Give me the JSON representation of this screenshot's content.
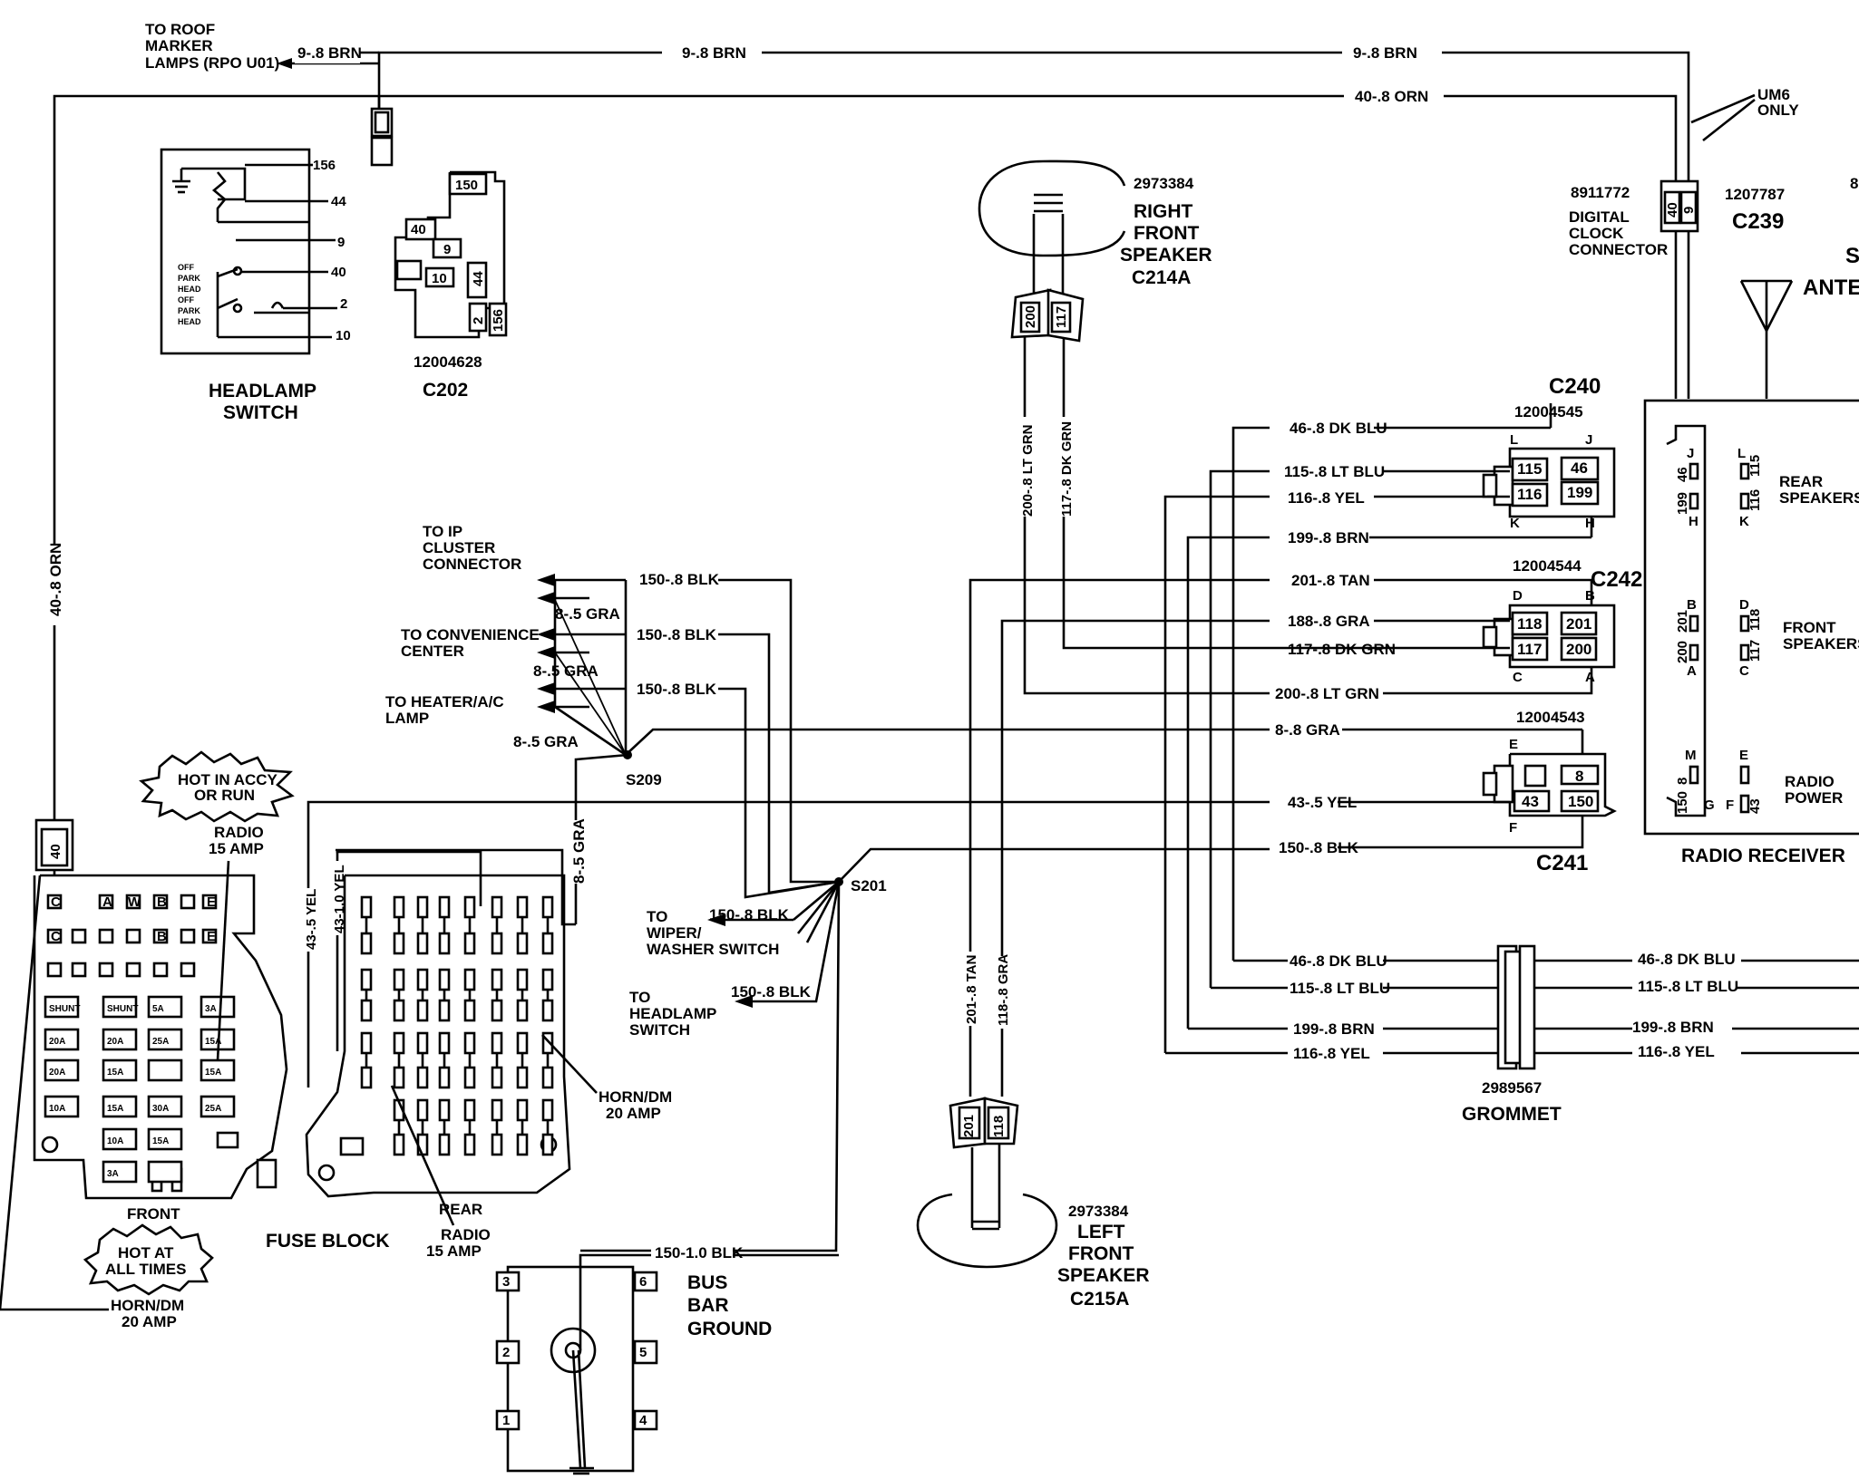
{
  "title": "",
  "labels": {
    "roof_marker": [
      "TO ROOF",
      "MARKER",
      "LAMPS (RPO U01)"
    ],
    "brn_9_left": "9-.8 BRN",
    "brn_9_top1": "9-.8 BRN",
    "brn_9_top2": "9-.8 BRN",
    "orn_40_top": "40-.8 ORN",
    "orn_40_left": "40-.8 ORN",
    "um6": [
      "UM6",
      "ONLY"
    ],
    "headlamp_switch": [
      "HEADLAMP",
      "SWITCH"
    ],
    "switch_pins": [
      "156",
      "44",
      "9",
      "40",
      "2",
      "10"
    ],
    "switch_pos": [
      "OFF",
      "PARK",
      "HEAD",
      "OFF",
      "PARK",
      "HEAD"
    ],
    "c202_part": "12004628",
    "c202": "C202",
    "c202_pins": [
      "150",
      "40",
      "9",
      "10",
      "44",
      "2",
      "156"
    ],
    "rf_part": "2973384",
    "rf_speaker": [
      "RIGHT",
      "FRONT",
      "SPEAKER",
      "C214A"
    ],
    "rf_pins": [
      "200",
      "117"
    ],
    "lf_part": "2973384",
    "lf_speaker": [
      "LEFT",
      "FRONT",
      "SPEAKER",
      "C215A"
    ],
    "lf_pins": [
      "201",
      "118"
    ],
    "clock_part": "8911772",
    "clock_part2": "1207787",
    "clock_label": [
      "DIGITAL",
      "CLOCK",
      "CONNECTOR"
    ],
    "c239": "C239",
    "c239_pins": [
      "40",
      "9"
    ],
    "antenna": "ANTE",
    "antenna_s": "S",
    "right_edge_8": "8",
    "c240": "C240",
    "c240_part": "12004545",
    "c240_pins": [
      "115",
      "46",
      "116",
      "199"
    ],
    "c240_letters": [
      "L",
      "J",
      "K",
      "H"
    ],
    "c242": "C242",
    "c242_part": "12004544",
    "c242_pins": [
      "118",
      "201",
      "117",
      "200"
    ],
    "c242_letters": [
      "D",
      "B",
      "C",
      "A"
    ],
    "c241": "C241",
    "c241_part": "12004543",
    "c241_pins": [
      "8",
      "43",
      "150"
    ],
    "c241_letters": [
      "E",
      "F"
    ],
    "radio_receiver": "RADIO RECEIVER",
    "rr_rear": [
      "REAR",
      "SPEAKERS"
    ],
    "rr_front": [
      "FRONT",
      "SPEAKERS"
    ],
    "rr_power": [
      "RADIO",
      "POWER"
    ],
    "rr_letters": [
      "J",
      "L",
      "H",
      "K",
      "B",
      "D",
      "A",
      "C",
      "M",
      "E",
      "G",
      "F"
    ],
    "rr_nums": [
      "46",
      "115",
      "199",
      "116",
      "201",
      "118",
      "200",
      "117",
      "8",
      "150",
      "43"
    ],
    "wires_right": [
      "46-.8 DK BLU",
      "115-.8 LT BLU",
      "116-.8 YEL",
      "199-.8 BRN",
      "201-.8 TAN",
      "188-.8 GRA",
      "117-.8 DK GRN",
      "200-.8 LT GRN",
      "8-.8 GRA",
      "43-.5  YEL",
      "150-.8  BLK"
    ],
    "wires_bottom": [
      "46-.8 DK BLU",
      "115-.8 LT BLU",
      "199-.8 BRN",
      "116-.8 YEL"
    ],
    "wires_bottom_r": [
      "46-.8 DK BLU",
      "115-.8 LT BLU",
      "199-.8 BRN",
      "116-.8 YEL"
    ],
    "grommet_part": "2989567",
    "grommet": "GROMMET",
    "vert_200": "200-.8 LT GRN",
    "vert_117": "117-.8 DK GRN",
    "vert_201": "201-.8 TAN",
    "vert_118": "118-.8 GRA",
    "to_ip": [
      "TO IP",
      "CLUSTER",
      "CONNECTOR"
    ],
    "to_conv": [
      "TO CONVENIENCE",
      "CENTER"
    ],
    "to_heater": [
      "TO HEATER/A/C",
      "LAMP"
    ],
    "blk150_a": "150-.8 BLK",
    "blk150_b": "150-.8 BLK",
    "blk150_c": "150-.8 BLK",
    "gra8_a": "8-.5 GRA",
    "gra8_b": "8-.5 GRA",
    "gra8_c": "8-.5 GRA",
    "gra8_v": "8-.5 GRA",
    "s209": "S209",
    "s201": "S201",
    "to_wiper": [
      "TO",
      "WIPER/",
      "WASHER SWITCH"
    ],
    "wiper_blk": "150-.8 BLK",
    "to_headlamp": [
      "TO",
      "HEADLAMP",
      "SWITCH"
    ],
    "headlamp_blk": "150-.8 BLK",
    "bus_blk": "150-1.0 BLK",
    "bus_bar": [
      "BUS",
      "BAR",
      "GROUND"
    ],
    "bus_pins": [
      "3",
      "6",
      "2",
      "5",
      "1",
      "4"
    ],
    "hot_accy": [
      "HOT IN ACCY",
      "OR RUN"
    ],
    "radio_15_top": [
      "RADIO",
      "15 AMP"
    ],
    "yel43_a": "43-.5 YEL",
    "yel43_b": "43-1.0 YEL",
    "fuse_front": "FRONT",
    "fuse_rear": "REAR",
    "fuse_block": "FUSE BLOCK",
    "radio_15_bot": [
      "RADIO",
      "15 AMP"
    ],
    "horn_dm_r": [
      "HORN/DM",
      "20 AMP"
    ],
    "hot_all": [
      "HOT AT",
      "ALL TIMES"
    ],
    "horn_dm_l": [
      "HORN/DM",
      "20 AMP"
    ],
    "fuse_grid": [
      [
        "SHUNT",
        "SHUNT",
        "5A",
        "3A"
      ],
      [
        "20A",
        "20A",
        "25A",
        "15A"
      ],
      [
        "20A",
        "15A",
        "",
        "15A"
      ],
      [
        "10A",
        "15A",
        "30A",
        "25A"
      ],
      [
        "",
        "10A",
        "15A",
        ""
      ],
      [
        "",
        "3A",
        "",
        ""
      ]
    ],
    "fuse_letters": [
      "C",
      "C",
      "A",
      "W",
      "B",
      "E",
      "B",
      "E"
    ],
    "conn_40": "40"
  }
}
